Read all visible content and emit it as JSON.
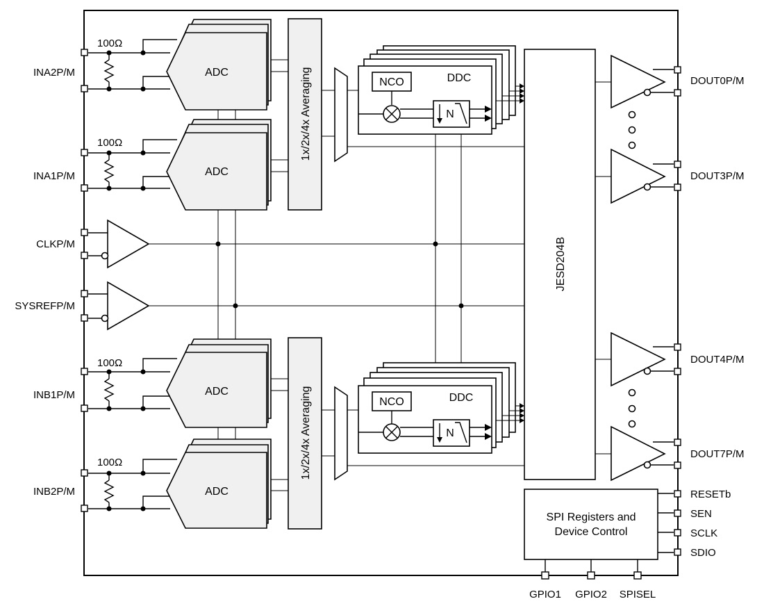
{
  "inputs": {
    "ina2": "INA2P/M",
    "ina1": "INA1P/M",
    "clk": "CLKP/M",
    "sysref": "SYSREFP/M",
    "inb1": "INB1P/M",
    "inb2": "INB2P/M"
  },
  "resistor_label": "100Ω",
  "adc_label": "ADC",
  "averaging_label": "1x/2x/4x Averaging",
  "nco_label": "NCO",
  "ddc_label": "DDC",
  "decim_label": "N",
  "jesd_label": "JESD204B",
  "outputs": {
    "dout0": "DOUT0P/M",
    "dout3": "DOUT3P/M",
    "dout4": "DOUT4P/M",
    "dout7": "DOUT7P/M"
  },
  "control_pins": {
    "reset": "RESETb",
    "sen": "SEN",
    "sclk": "SCLK",
    "sdio": "SDIO"
  },
  "spi": {
    "line1": "SPI Registers and",
    "line2": "Device Control"
  },
  "bottom_pins": {
    "gpio1": "GPIO1",
    "gpio2": "GPIO2",
    "spisel": "SPISEL"
  }
}
